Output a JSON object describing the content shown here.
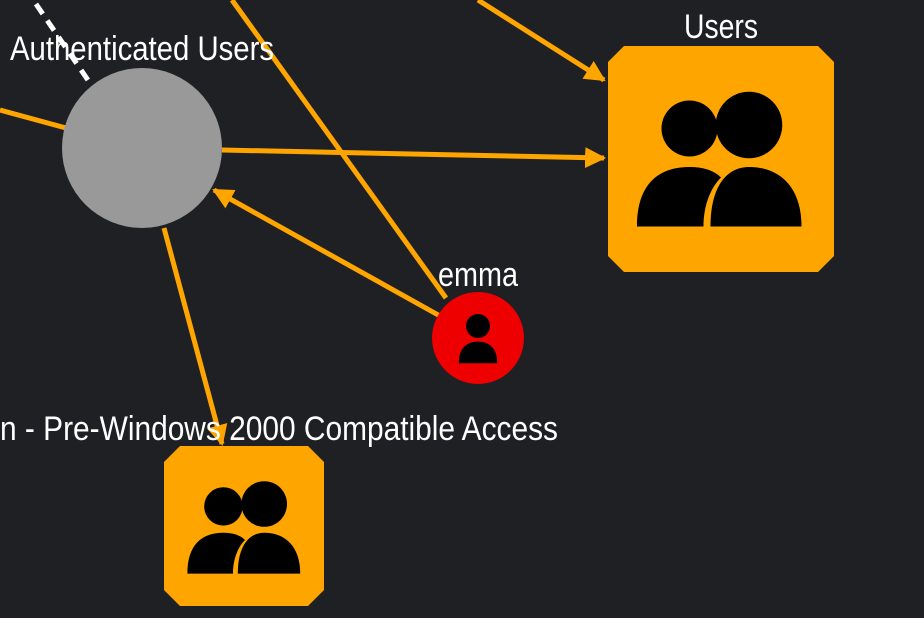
{
  "colors": {
    "background": "#1f2024",
    "edge": "#ffa500",
    "dashed_edge": "#ffffff",
    "group_node": "#ffa500",
    "group_icon": "#000000",
    "meta_node": "#999999",
    "user_node": "#ee0000",
    "user_icon": "#000000",
    "label": "#ffffff"
  },
  "graph": {
    "nodes": [
      {
        "id": "authenticated-users",
        "type": "meta-group",
        "label": "Authenticated Users",
        "icon": ""
      },
      {
        "id": "users",
        "type": "group",
        "label": "Users",
        "icon": "group-icon"
      },
      {
        "id": "pre-windows-2000",
        "type": "group",
        "label": "n - Pre-Windows 2000 Compatible Access",
        "icon": "group-icon"
      },
      {
        "id": "emma",
        "type": "user",
        "label": "emma",
        "icon": "user-icon"
      }
    ],
    "edges": [
      {
        "from": "authenticated-users",
        "to": "users",
        "style": "solid"
      },
      {
        "from": "emma",
        "to": "authenticated-users",
        "style": "solid"
      },
      {
        "from": "authenticated-users",
        "to": "pre-windows-2000",
        "style": "solid"
      },
      {
        "from": "offscreen-top",
        "to": "users",
        "style": "solid"
      },
      {
        "from": "offscreen-top",
        "to": "emma",
        "style": "solid"
      },
      {
        "from": "offscreen-left",
        "to": "authenticated-users",
        "style": "solid"
      },
      {
        "from": "offscreen-top-left",
        "to": "authenticated-users",
        "style": "dashed"
      }
    ]
  }
}
